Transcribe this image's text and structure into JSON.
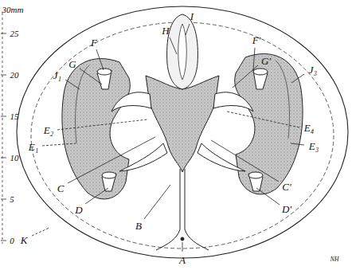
{
  "diagram": {
    "labels": [
      "30mm",
      "25",
      "20",
      "15",
      "10",
      "5",
      "0",
      "F",
      "H",
      "I",
      "F'",
      "G",
      "G'",
      "E₂",
      "E₁",
      "E₄",
      "E₃",
      "J₁",
      "J₃",
      "C",
      "D",
      "B",
      "C'",
      "D'",
      "A",
      "K",
      "NH"
    ]
  }
}
